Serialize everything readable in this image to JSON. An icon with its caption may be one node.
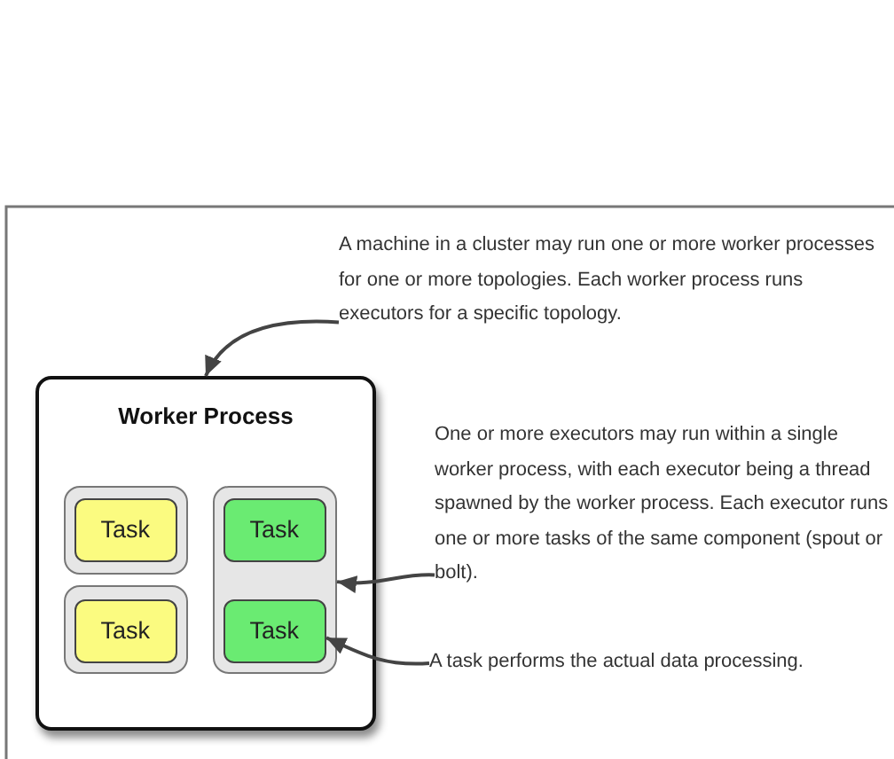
{
  "diagram": {
    "nodes": [
      {
        "text": [
          "A machine in a cluster may run one or more worker processes for one or more topologies. Each worker process runs executors for a specific topology."
        ]
      },
      {
        "text": [
          "Worker Process"
        ]
      },
      {
        "text": [],
        "shape": "box",
        "in": 1
      },
      {
        "text": [
          "Task"
        ],
        "in": 2
      },
      {
        "text": [],
        "shape": "box",
        "in": 1
      },
      {
        "text": [
          "Task"
        ],
        "in": 4
      },
      {
        "text": [],
        "shape": "box",
        "in": 1
      },
      {
        "text": [
          "Task"
        ],
        "in": 6
      },
      {
        "text": [
          "Task"
        ],
        "in": 6
      },
      {
        "text": [
          "One or more executors may run within a single worker process, with each executor being a thread spawned by the worker process. Each executor runs one or more tasks of the same component (spout or bolt)."
        ]
      },
      {
        "text": [
          "A task performs the actual data processing."
        ]
      }
    ],
    "edges": [
      {
        "from": 0,
        "to": 1,
        "arrow": "to"
      },
      {
        "from": 9,
        "to": 6,
        "arrow": "to"
      },
      {
        "from": 10,
        "to": 8,
        "arrow": "to"
      }
    ]
  }
}
